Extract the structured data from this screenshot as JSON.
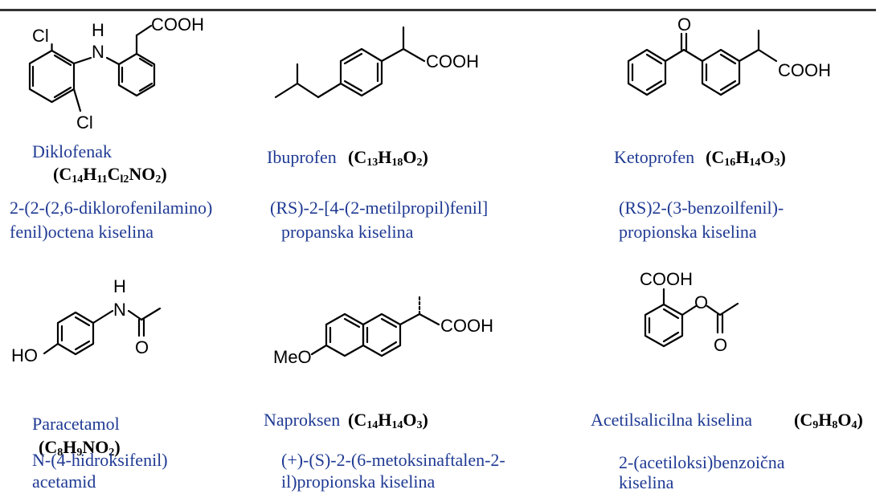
{
  "compounds": [
    {
      "name": "Diklofenak",
      "formula": [
        [
          "C",
          "14"
        ],
        [
          "H",
          "11"
        ],
        [
          "C",
          "l2"
        ],
        [
          "N",
          ""
        ],
        [
          "O",
          "2"
        ]
      ],
      "iupac_1": "2-(2-(2,6-diklorofenilamino)",
      "iupac_2": "fenil)octena kiselina",
      "atoms": {
        "cl_top": "Cl",
        "nh_h": "H",
        "nh_n": "N",
        "acid": "COOH",
        "cl_bottom": "Cl"
      }
    },
    {
      "name": "Ibuprofen",
      "formula": [
        [
          "C",
          "13"
        ],
        [
          "H",
          "18"
        ],
        [
          "O",
          "2"
        ]
      ],
      "iupac_1": "(RS)-2-[4-(2-metilpropil)fenil]",
      "iupac_2": "propanska kiselina",
      "atoms": {
        "acid": "COOH"
      }
    },
    {
      "name": "Ketoprofen",
      "formula": [
        [
          "C",
          "16"
        ],
        [
          "H",
          "14"
        ],
        [
          "O",
          "3"
        ]
      ],
      "iupac_1": "(RS)2-(3-benzoilfenil)-",
      "iupac_2": "propionska kiselina",
      "atoms": {
        "keto_o": "O",
        "acid": "COOH"
      }
    },
    {
      "name": "Paracetamol",
      "formula": [
        [
          "C",
          "8"
        ],
        [
          "H",
          "9"
        ],
        [
          "N",
          ""
        ],
        [
          "O",
          "2"
        ]
      ],
      "iupac_1": "N-(4-hidroksifenil)",
      "iupac_2": "acetamid",
      "atoms": {
        "nh_h": "H",
        "nh_n": "N",
        "amide_o": "O",
        "ho": "HO"
      }
    },
    {
      "name": "Naproksen",
      "formula": [
        [
          "C",
          "14"
        ],
        [
          "H",
          "14"
        ],
        [
          "O",
          "3"
        ]
      ],
      "iupac_1": "(+)-(S)-2-(6-metoksinaftalen-2-",
      "iupac_2": "il)propionska kiselina",
      "atoms": {
        "acid": "COOH",
        "meo": "MeO"
      }
    },
    {
      "name": "Acetilsalicilna kiselina",
      "formula": [
        [
          "C",
          "9"
        ],
        [
          "H",
          "8"
        ],
        [
          "O",
          "4"
        ]
      ],
      "iupac_1": "2-(acetiloksi)benzoična",
      "iupac_2": "kiselina",
      "atoms": {
        "acid": "COOH",
        "ester_o": "O",
        "carbonyl_o": "O"
      }
    }
  ]
}
